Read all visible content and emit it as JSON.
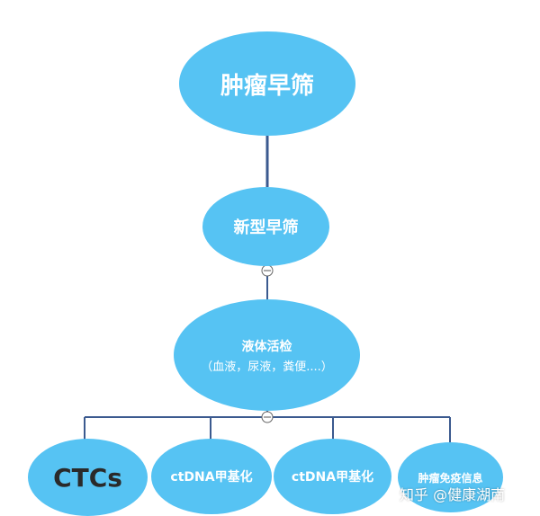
{
  "colors": {
    "node_fill": "#56c3f3",
    "connector": "#3b5a8f",
    "text_light": "#ffffff",
    "text_dark": "#2a2a2a"
  },
  "nodes": {
    "root": "肿瘤早筛",
    "new_screening": "新型早筛",
    "liquid_biopsy": {
      "title": "液体活检",
      "subtitle": "（血液，尿液，粪便....）"
    },
    "children": [
      "CTCs",
      "ctDNA甲基化",
      "ctDNA甲基化",
      "肿瘤免疫信息"
    ]
  },
  "watermark": "知乎 @健康湖南"
}
